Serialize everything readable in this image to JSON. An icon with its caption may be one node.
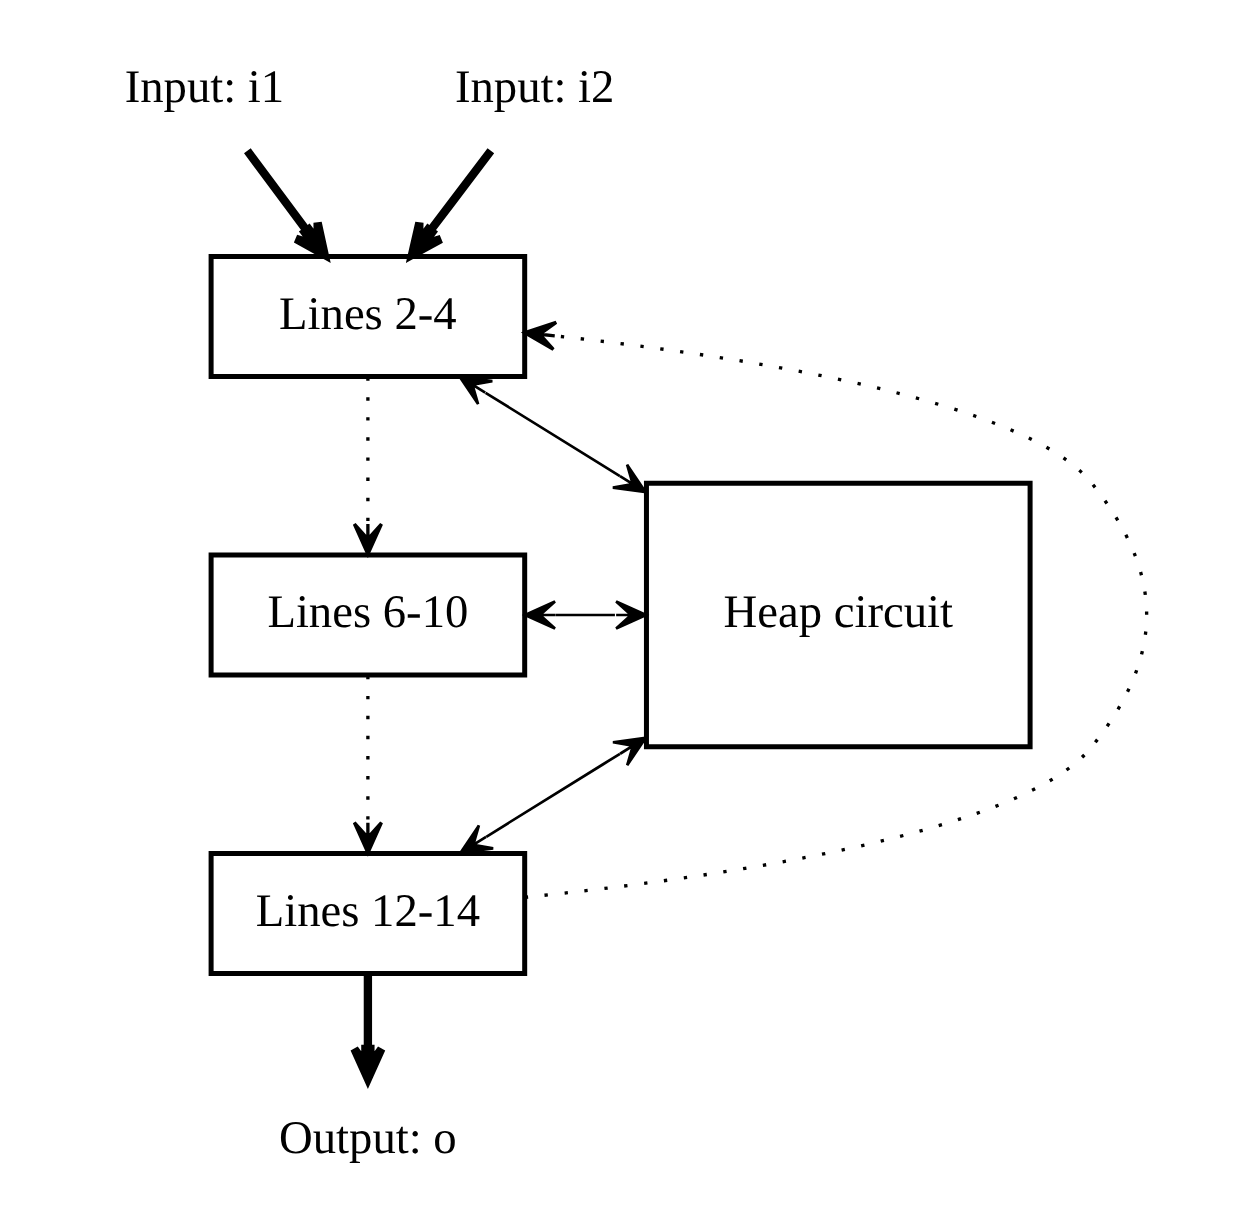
{
  "diagram": {
    "nodes": [
      {
        "text": [
          "Input: i1"
        ]
      },
      {
        "text": [
          "Input: i2"
        ]
      },
      {
        "text": [
          "Lines 2-4"
        ]
      },
      {
        "text": [
          "Lines 6-10"
        ]
      },
      {
        "text": [
          "Heap circuit"
        ]
      },
      {
        "text": [
          "Lines 12-14"
        ]
      },
      {
        "text": [
          "Output: o"
        ]
      }
    ],
    "edges": [
      {
        "from": 0,
        "to": 2,
        "arrow": "to",
        "style": "thick"
      },
      {
        "from": 1,
        "to": 2,
        "arrow": "to",
        "style": "thick"
      },
      {
        "from": 2,
        "to": 4,
        "arrow": "both"
      },
      {
        "from": 2,
        "to": 3,
        "arrow": "to",
        "style": "dashed"
      },
      {
        "from": 3,
        "to": 4,
        "arrow": "both"
      },
      {
        "from": 3,
        "to": 5,
        "arrow": "to",
        "style": "dashed"
      },
      {
        "from": 5,
        "to": 4,
        "arrow": "both"
      },
      {
        "from": 5,
        "to": 2,
        "arrow": "to",
        "style": "dashed"
      },
      {
        "from": 5,
        "to": 6,
        "arrow": "to",
        "style": "thick"
      }
    ]
  }
}
